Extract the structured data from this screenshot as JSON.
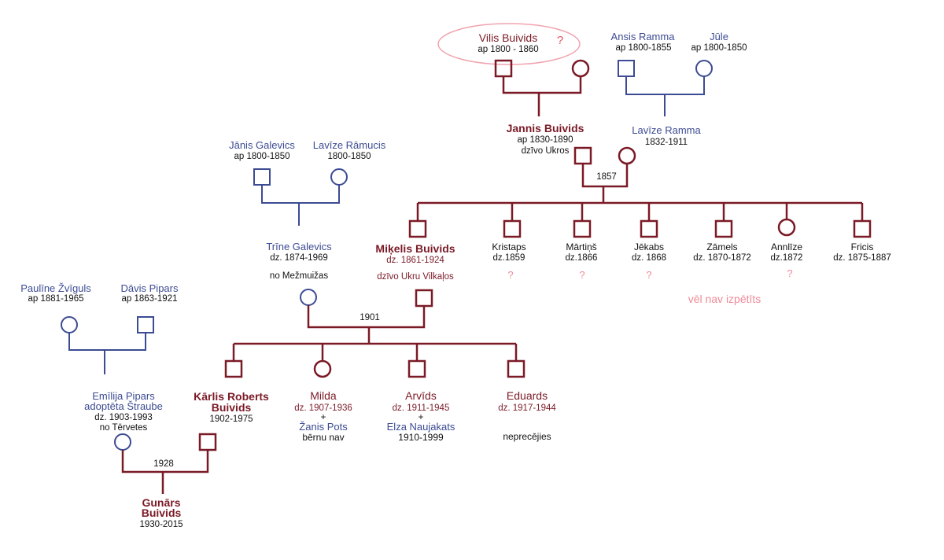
{
  "colors": {
    "blue": "#3c4b93",
    "red": "#7a1a26",
    "pink": "#f08a97",
    "black": "#111111",
    "ellipse": "#f1a3ae"
  },
  "people": {
    "vilis": {
      "name": "Vilis Buivids",
      "dates": "ap 1800 - 1860",
      "mark": "?"
    },
    "ansis": {
      "name": "Ansis Ramma",
      "dates": "ap 1800-1855"
    },
    "jule": {
      "name": "Jūle",
      "dates": "ap 1800-1850"
    },
    "jannis": {
      "name": "Jannis Buivids",
      "dates": "ap 1830-1890",
      "note": "dzīvo Ukros"
    },
    "lavize_ramma": {
      "name": "Lavīze Ramma",
      "dates": "1832-1911"
    },
    "janis_g": {
      "name": "Jānis Galevics",
      "dates": "ap 1800-1850"
    },
    "lavize_r": {
      "name": "Lavīze Rāmucis",
      "dates": "1800-1850"
    },
    "trine": {
      "name": "Trīne Galevics",
      "dates": "dz. 1874-1969",
      "note": "no Mežmuižas"
    },
    "mikelis": {
      "name": "Miķelis Buivids",
      "dates": "dz. 1861-1924",
      "note": "dzīvo Ukru Vilkaļos"
    },
    "kristaps": {
      "name": "Kristaps",
      "dates": "dz.1859",
      "mark": "?"
    },
    "martins": {
      "name": "Mārtiņš",
      "dates": "dz.1866",
      "mark": "?"
    },
    "jekabs": {
      "name": "Jēkabs",
      "dates": "dz. 1868",
      "mark": "?"
    },
    "zamels": {
      "name": "Zāmels",
      "dates": "dz. 1870-1872"
    },
    "annlize": {
      "name": "Annlīze",
      "dates": "dz.1872",
      "mark": "?"
    },
    "fricis": {
      "name": "Fricis",
      "dates": "dz. 1875-1887"
    },
    "pauline": {
      "name": "Paulīne Žvīguls",
      "dates": "ap 1881-1965"
    },
    "davis": {
      "name": "Dāvis Pipars",
      "dates": "ap 1863-1921"
    },
    "emilija": {
      "name_line1": "Emīlija Pipars",
      "name_line2": "adoptēta Štraube",
      "dates": "dz. 1903-1993",
      "note": "no Tērvetes"
    },
    "karlis": {
      "name_line1": "Kārlis Roberts",
      "name_line2": "Buivids",
      "dates": "1902-1975"
    },
    "milda": {
      "name": "Milda",
      "dates": "dz. 1907-1936",
      "plus": "+",
      "spouse": "Žanis Pots",
      "note": "bērnu nav"
    },
    "arvids": {
      "name": "Arvīds",
      "dates": "dz. 1911-1945",
      "plus": "+",
      "spouse": "Elza Naujakats",
      "spouse_dates": "1910-1999"
    },
    "eduards": {
      "name": "Eduards",
      "dates": "dz. 1917-1944",
      "note": "neprecējies"
    },
    "gunars": {
      "name_line1": "Gunārs",
      "name_line2": "Buivids",
      "dates": "1930-2015"
    }
  },
  "marriage_years": {
    "jannis_lavize": "1857",
    "trine_mikelis": "1901",
    "emilija_karlis": "1928"
  },
  "notes": {
    "not_researched": "vēl nav izpētīts"
  }
}
